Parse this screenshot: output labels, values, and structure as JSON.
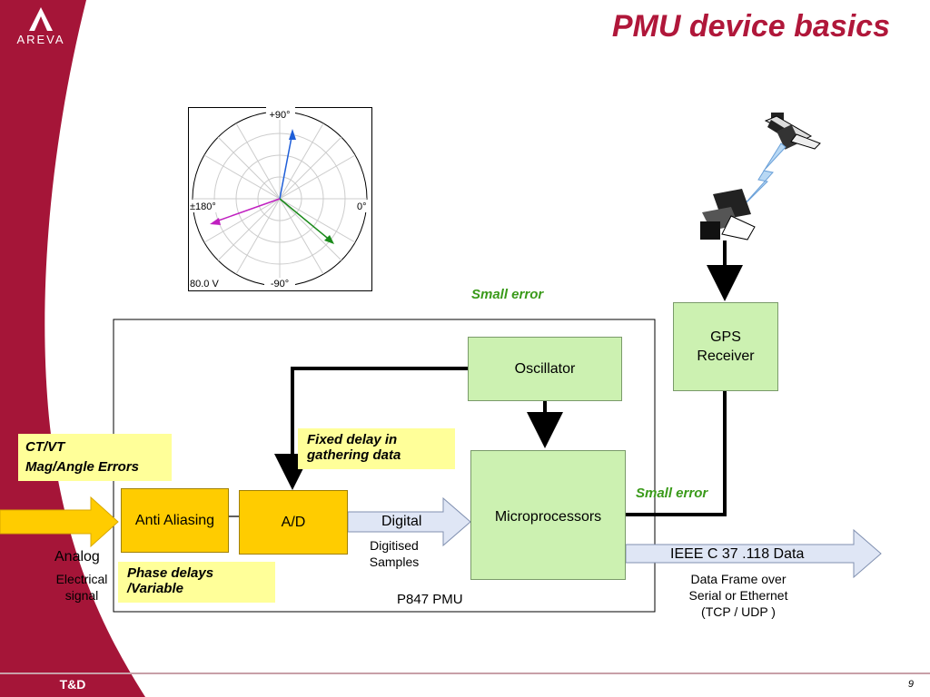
{
  "header": {
    "title": "PMU device basics",
    "brand": "AREVA"
  },
  "footer": {
    "division": "T&D",
    "page_number": "9"
  },
  "phasor_plot": {
    "top_label": "+90°",
    "bottom_label": "-90°",
    "left_label": "±180°",
    "right_label": "0°",
    "scale_label": "80.0  V",
    "phasor_colors": [
      "#1e5ed8",
      "#1a8a1a",
      "#c020c0"
    ]
  },
  "labels": {
    "small_error_top": "Small error",
    "small_error_bottom": "Small error",
    "gps_line1": "GPS",
    "gps_line2": "Receiver",
    "oscillator": "Oscillator",
    "microprocessors": "Microprocessors",
    "anti_aliasing": "Anti Aliasing",
    "ad": "A/D",
    "digital": "Digital",
    "digitised_line1": "Digitised",
    "digitised_line2": "Samples",
    "analog": "Analog",
    "electrical_line1": "Electrical",
    "electrical_line2": "signal",
    "pmu_name": "P847  PMU",
    "ieee": "IEEE C  37 .118  Data",
    "frame_line1": "Data Frame over",
    "frame_line2": "Serial or Ethernet",
    "frame_line3": "(TCP / UDP )"
  },
  "notes": {
    "ct_vt_line1": "CT/VT",
    "ct_vt_line2": "Mag/Angle Errors",
    "fixed_delay_line1": "Fixed delay in",
    "fixed_delay_line2": "gathering data",
    "phase_delays_line1": "Phase delays",
    "phase_delays_line2": "/Variable"
  },
  "colors": {
    "brand_red": "#a51538",
    "block_green": "#ccf1b1",
    "block_yellow": "#ffcc00",
    "note_yellow": "#ffff99"
  }
}
